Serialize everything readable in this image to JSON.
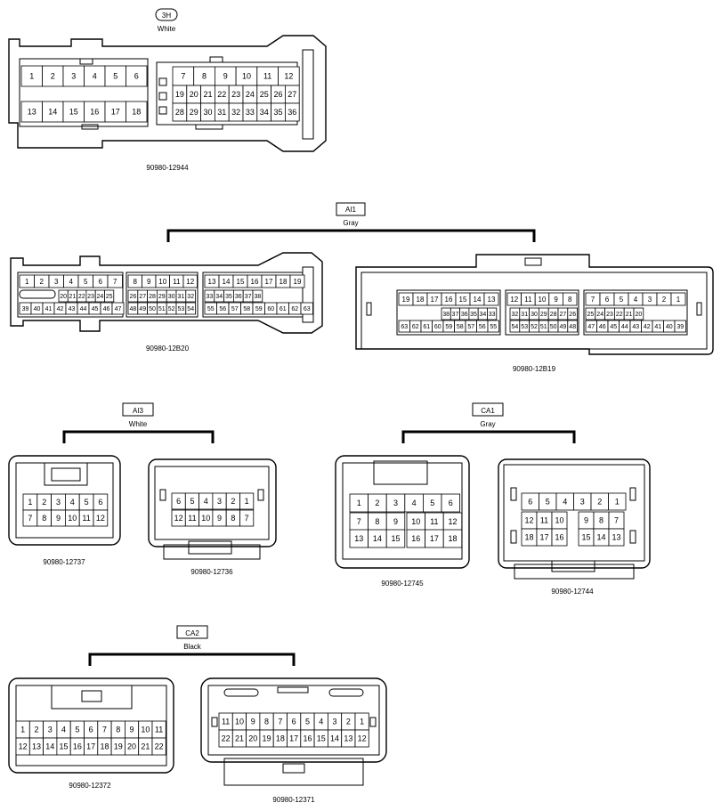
{
  "groups": [
    {
      "code": "3H",
      "color": "White"
    },
    {
      "code": "AI1",
      "color": "Gray"
    },
    {
      "code": "AI3",
      "color": "White"
    },
    {
      "code": "CA1",
      "color": "Gray"
    },
    {
      "code": "CA2",
      "color": "Black"
    }
  ],
  "parts": {
    "p12944": "90980-12944",
    "p12B20": "90980-12B20",
    "p12B19": "90980-12B19",
    "p12737": "90980-12737",
    "p12736": "90980-12736",
    "p12745": "90980-12745",
    "p12744": "90980-12744",
    "p12372": "90980-12372",
    "p12371": "90980-12371"
  },
  "pins": {
    "c3H_left_row1": [
      "1",
      "2",
      "3",
      "4",
      "5",
      "6"
    ],
    "c3H_left_row2": [
      "13",
      "14",
      "15",
      "16",
      "17",
      "18"
    ],
    "c3H_right_row1": [
      "7",
      "8",
      "9",
      "10",
      "11",
      "12"
    ],
    "c3H_right_row2": [
      "19",
      "20",
      "21",
      "22",
      "23",
      "24",
      "25",
      "26",
      "27"
    ],
    "c3H_right_row3": [
      "28",
      "29",
      "30",
      "31",
      "32",
      "33",
      "34",
      "35",
      "36"
    ],
    "b20_row1a": [
      "1",
      "2",
      "3",
      "4",
      "5",
      "6",
      "7"
    ],
    "b20_row1b": [
      "8",
      "9",
      "10",
      "11",
      "12"
    ],
    "b20_row1c": [
      "13",
      "14",
      "15",
      "16",
      "17",
      "18",
      "19"
    ],
    "b20_row2a": [
      "20",
      "21",
      "22",
      "23",
      "24",
      "25"
    ],
    "b20_row2b": [
      "26",
      "27",
      "28",
      "29",
      "30",
      "31",
      "32"
    ],
    "b20_row2c": [
      "33",
      "34",
      "35",
      "36",
      "37",
      "38"
    ],
    "b20_row3a": [
      "39",
      "40",
      "41",
      "42",
      "43",
      "44",
      "45",
      "46",
      "47"
    ],
    "b20_row3b": [
      "48",
      "49",
      "50",
      "51",
      "52",
      "53",
      "54"
    ],
    "b20_row3c": [
      "55",
      "56",
      "57",
      "58",
      "59",
      "60",
      "61",
      "62",
      "63"
    ],
    "b19_row1a": [
      "19",
      "18",
      "17",
      "16",
      "15",
      "14",
      "13"
    ],
    "b19_row1b": [
      "12",
      "11",
      "10",
      "9",
      "8"
    ],
    "b19_row1c": [
      "7",
      "6",
      "5",
      "4",
      "3",
      "2",
      "1"
    ],
    "b19_row2a": [
      "38",
      "37",
      "36",
      "35",
      "34",
      "33"
    ],
    "b19_row2b": [
      "32",
      "31",
      "30",
      "29",
      "28",
      "27",
      "26"
    ],
    "b19_row2c": [
      "25",
      "24",
      "23",
      "22",
      "21",
      "20"
    ],
    "b19_row3a": [
      "63",
      "62",
      "61",
      "60",
      "59",
      "58",
      "57",
      "56",
      "55"
    ],
    "b19_row3b": [
      "54",
      "53",
      "52",
      "51",
      "50",
      "49",
      "48"
    ],
    "b19_row3c": [
      "47",
      "46",
      "45",
      "44",
      "43",
      "42",
      "41",
      "40",
      "39"
    ],
    "a37_row1": [
      "1",
      "2",
      "3",
      "4",
      "5",
      "6"
    ],
    "a37_row2": [
      "7",
      "8",
      "9",
      "10",
      "11",
      "12"
    ],
    "a36_row1": [
      "6",
      "5",
      "4",
      "3",
      "2",
      "1"
    ],
    "a36_row2": [
      "12",
      "11",
      "10",
      "9",
      "8",
      "7"
    ],
    "c45_row1": [
      "1",
      "2",
      "3",
      "4",
      "5",
      "6"
    ],
    "c45_row2a": [
      "7",
      "8",
      "9"
    ],
    "c45_row2b": [
      "10",
      "11",
      "12"
    ],
    "c45_row3a": [
      "13",
      "14",
      "15"
    ],
    "c45_row3b": [
      "16",
      "17",
      "18"
    ],
    "c44_row1": [
      "6",
      "5",
      "4",
      "3",
      "2",
      "1"
    ],
    "c44_row2a": [
      "12",
      "11",
      "10"
    ],
    "c44_row2b": [
      "9",
      "8",
      "7"
    ],
    "c44_row3a": [
      "18",
      "17",
      "16"
    ],
    "c44_row3b": [
      "15",
      "14",
      "13"
    ],
    "d72_row1": [
      "1",
      "2",
      "3",
      "4",
      "5",
      "6",
      "7",
      "8",
      "9",
      "10",
      "11"
    ],
    "d72_row2": [
      "12",
      "13",
      "14",
      "15",
      "16",
      "17",
      "18",
      "19",
      "20",
      "21",
      "22"
    ],
    "d71_row1": [
      "11",
      "10",
      "9",
      "8",
      "7",
      "6",
      "5",
      "4",
      "3",
      "2",
      "1"
    ],
    "d71_row2": [
      "22",
      "21",
      "20",
      "19",
      "18",
      "17",
      "16",
      "15",
      "14",
      "13",
      "12"
    ]
  }
}
